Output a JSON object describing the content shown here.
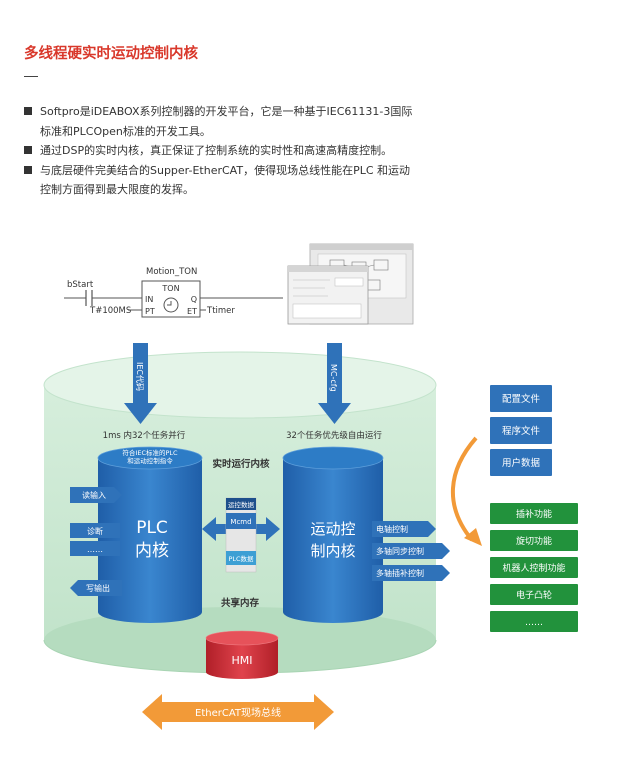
{
  "title": "多线程硬实时运动控制内核",
  "bullets": [
    "Softpro是iDEABOX系列控制器的开发平台，它是一种基于IEC61131-3国际",
    "标准和PLCOpen标准的开发工具。",
    "通过DSP的实时内核，真正保证了控制系统的实时性和高速高精度控制。",
    "与底层硬件完美结合的Supper-EtherCAT，使得现场总线性能在PLC 和运动",
    "控制方面得到最大限度的发挥。"
  ],
  "ladder": {
    "contact_label": "bStart",
    "block_title": "Motion_TON",
    "block_name": "TON",
    "pin_in": "IN",
    "pin_pt": "PT",
    "pin_q": "Q",
    "pin_et": "ET",
    "pt_value": "T#100MS",
    "et_var": "Ttimer"
  },
  "arrows": {
    "left": "IEC代码",
    "right": "MC-cfg"
  },
  "labels": {
    "plc_tasks": "1ms 内32个任务并行",
    "mc_tasks": "32个任务优先级自由运行",
    "realtime_kernel": "实时运行内核",
    "shared_memory": "共享内存",
    "plc_top": "符合IEC标准的PLC",
    "plc_top2": "和运动控制指令",
    "plc_core1": "PLC",
    "plc_core2": "内核",
    "mc_core1": "运动控",
    "mc_core2": "制内核",
    "read_input": "读输入",
    "diagnose": "诊断",
    "ellipsis": "……",
    "write_output": "写输出",
    "mem_mc": "运控数据",
    "mem_mcmd": "Mcmd",
    "mem_plc": "PLC数据",
    "hmi": "HMI",
    "ethercat": "EtherCAT现场总线"
  },
  "mc_outputs": [
    "电轴控制",
    "多轴同步控制",
    "多轴插补控制"
  ],
  "files": [
    "配置文件",
    "程序文件",
    "用户数据"
  ],
  "functions": [
    "插补功能",
    "旋切功能",
    "机器人控制功能",
    "电子凸轮",
    "……"
  ],
  "colors": {
    "title_red": "#d9382b",
    "blue": "#2f72b9",
    "dark_blue": "#1d4f8c",
    "green": "#22923c",
    "light_green": "#c6e6cf",
    "orange": "#f29a38",
    "red": "#d02a34"
  }
}
